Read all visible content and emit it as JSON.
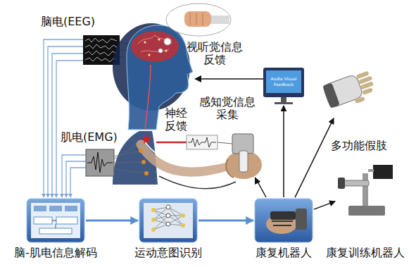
{
  "diagram": {
    "nodes": [
      {
        "text": [
          "脑-肌电信息解码"
        ]
      },
      {
        "text": [
          "运动意图识别"
        ]
      },
      {
        "text": [
          "康复机器人"
        ]
      },
      {
        "text": [
          "多功能假肢"
        ]
      },
      {
        "text": [
          "康复训练机器人"
        ]
      },
      {
        "text": [
          "Audio Visual Feedback"
        ]
      }
    ],
    "edges": [
      {
        "from": 0,
        "to": 1,
        "arrow": "to"
      },
      {
        "from": 1,
        "to": 2,
        "arrow": "to"
      },
      {
        "from": 2,
        "to": 5,
        "arrow": "to"
      },
      {
        "from": 2,
        "to": 3,
        "arrow": "to"
      },
      {
        "from": 2,
        "to": 4,
        "arrow": "to"
      }
    ],
    "labels": [
      "脑电(EEG)",
      "视听觉信息反馈",
      "神经反馈",
      "感知觉信息采集",
      "肌电(EMG)"
    ]
  }
}
